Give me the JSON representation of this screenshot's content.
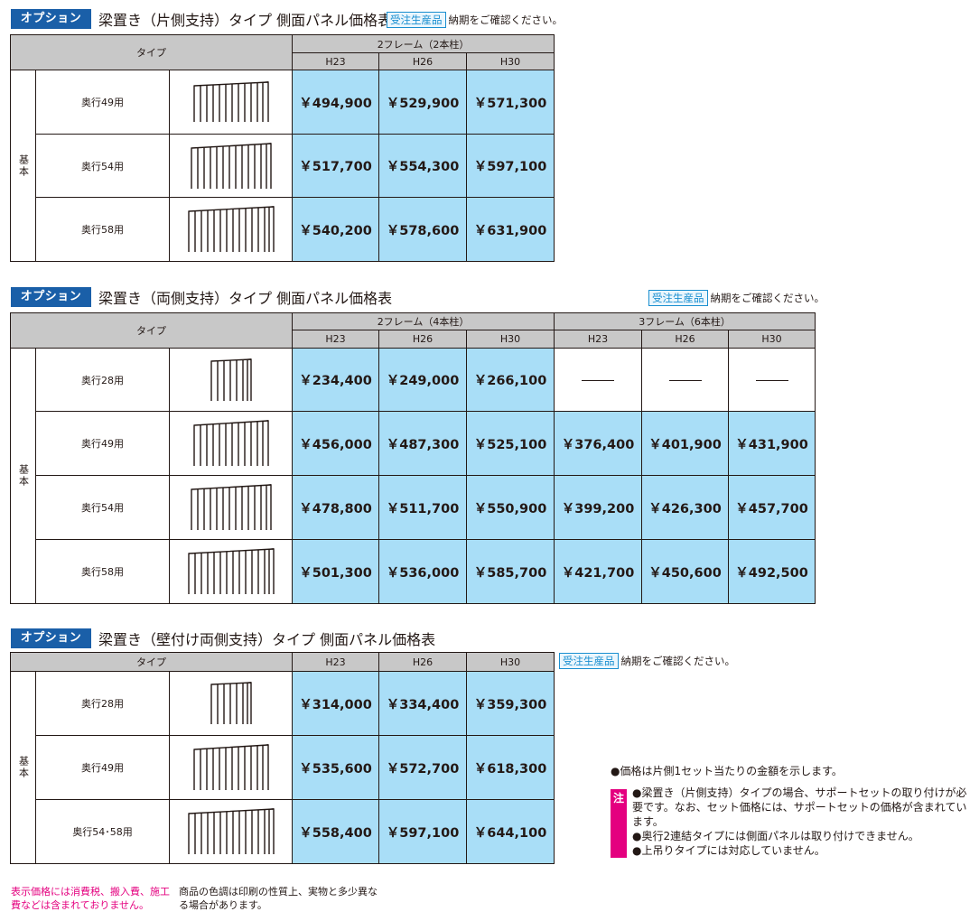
{
  "option_label": "オプション",
  "order_badge": "受注生産品",
  "order_text": "納期をご確認ください。",
  "type_header": "タイプ",
  "kihon": "基本",
  "section1": {
    "title": "梁置き（片側支持）タイプ 側面パネル価格表",
    "group": "2フレーム（2本柱）",
    "heights": [
      "H23",
      "H26",
      "H30"
    ],
    "rows": [
      {
        "label": "奥行49用",
        "icon": "panel-49-icon",
        "prices": [
          "￥494,900",
          "￥529,900",
          "￥571,300"
        ]
      },
      {
        "label": "奥行54用",
        "icon": "panel-54-icon",
        "prices": [
          "￥517,700",
          "￥554,300",
          "￥597,100"
        ]
      },
      {
        "label": "奥行58用",
        "icon": "panel-58-icon",
        "prices": [
          "￥540,200",
          "￥578,600",
          "￥631,900"
        ]
      }
    ]
  },
  "section2": {
    "title": "梁置き（両側支持）タイプ 側面パネル価格表",
    "group1": "2フレーム（4本柱）",
    "group2": "3フレーム（6本柱）",
    "heights": [
      "H23",
      "H26",
      "H30",
      "H23",
      "H26",
      "H30"
    ],
    "rows": [
      {
        "label": "奥行28用",
        "icon": "panel-28-icon",
        "prices": [
          "￥234,400",
          "￥249,000",
          "￥266,100",
          "",
          "",
          ""
        ]
      },
      {
        "label": "奥行49用",
        "icon": "panel-49-icon",
        "prices": [
          "￥456,000",
          "￥487,300",
          "￥525,100",
          "￥376,400",
          "￥401,900",
          "￥431,900"
        ]
      },
      {
        "label": "奥行54用",
        "icon": "panel-54-icon",
        "prices": [
          "￥478,800",
          "￥511,700",
          "￥550,900",
          "￥399,200",
          "￥426,300",
          "￥457,700"
        ]
      },
      {
        "label": "奥行58用",
        "icon": "panel-58-icon",
        "prices": [
          "￥501,300",
          "￥536,000",
          "￥585,700",
          "￥421,700",
          "￥450,600",
          "￥492,500"
        ]
      }
    ]
  },
  "section3": {
    "title": "梁置き（壁付け両側支持）タイプ 側面パネル価格表",
    "heights": [
      "H23",
      "H26",
      "H30"
    ],
    "rows": [
      {
        "label": "奥行28用",
        "icon": "panel-28-icon",
        "prices": [
          "￥314,000",
          "￥334,400",
          "￥359,300"
        ]
      },
      {
        "label": "奥行49用",
        "icon": "panel-49-icon",
        "prices": [
          "￥535,600",
          "￥572,700",
          "￥618,300"
        ]
      },
      {
        "label": "奥行54･58用",
        "icon": "panel-58-icon",
        "prices": [
          "￥558,400",
          "￥597,100",
          "￥644,100"
        ]
      }
    ]
  },
  "notes": {
    "price_note": "●価格は片側1セット当たりの金額を示します。",
    "chu_label": "注",
    "items": [
      "●梁置き（片側支持）タイプの場合、サポートセットの取り付けが必要です。なお、セット価格には、サポートセットの価格が含まれています。",
      "●奥行2連結タイプには側面パネルは取り付けできません。",
      "●上吊りタイプには対応していません。"
    ]
  },
  "footer": {
    "tax_note": "表示価格には消費税、搬入費、施工費などは含まれておりません。",
    "color_note": "商品の色調は印刷の性質上、実物と多少異なる場合があります。"
  }
}
